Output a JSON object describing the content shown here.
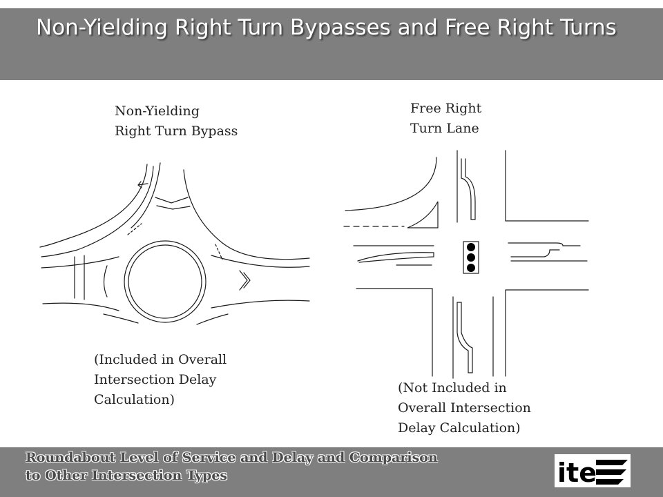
{
  "slide": {
    "title": "Non-Yielding Right Turn Bypasses and Free Right Turns",
    "colors": {
      "header_bg": "#7f7f7f",
      "footer_bg": "#7f7f7f",
      "title_text": "#ffffff"
    }
  },
  "labels": {
    "bypass": "Non-Yielding\nRight Turn Bypass",
    "free_right": "Free Right\nTurn Lane",
    "included": "(Included in Overall\nIntersection Delay\nCalculation)",
    "not_included": "(Not Included in\nOverall Intersection\nDelay Calculation)"
  },
  "footer": {
    "text": "Roundabout Level of Service and Delay and Comparison\nto Other Intersection Types",
    "logo": "ite"
  }
}
